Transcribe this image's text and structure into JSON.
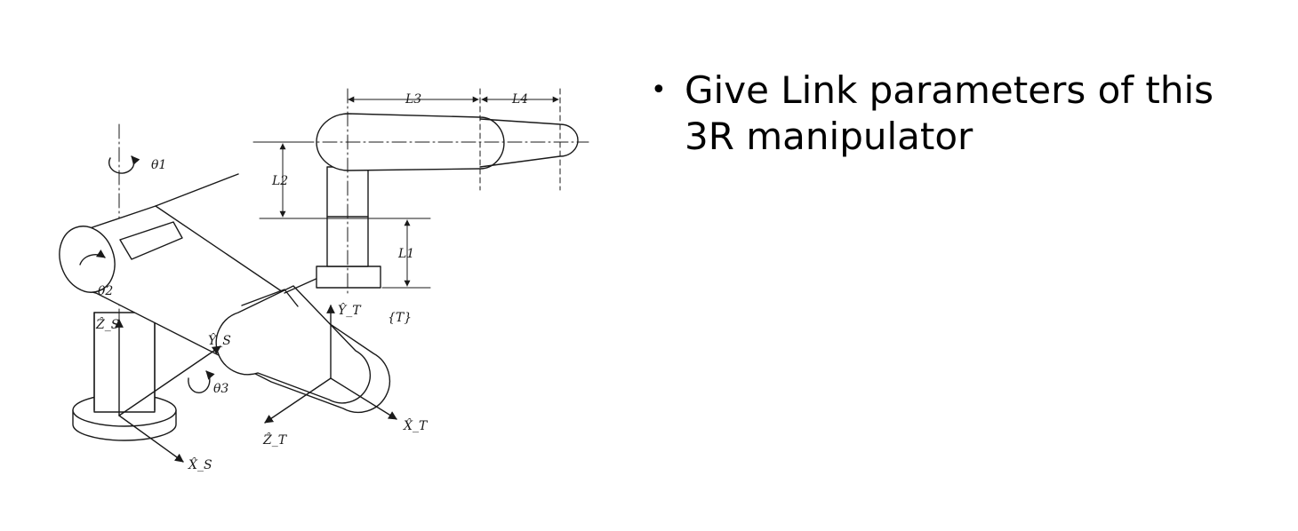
{
  "bullet": {
    "symbol": "•",
    "text": "Give Link parameters of this 3R manipulator"
  },
  "diagram": {
    "labels": {
      "theta1": "θ1",
      "theta2": "θ2",
      "theta3": "θ3",
      "l1": "L1",
      "l2": "L2",
      "l3": "L3",
      "l4": "L4",
      "z_s": "Ẑ_S",
      "y_s": "Ŷ_S",
      "x_s": "X̂_S",
      "y_t": "Ŷ_T",
      "z_t": "Ẑ_T",
      "x_t": "X̂_T",
      "frame_t": "{T}"
    }
  }
}
